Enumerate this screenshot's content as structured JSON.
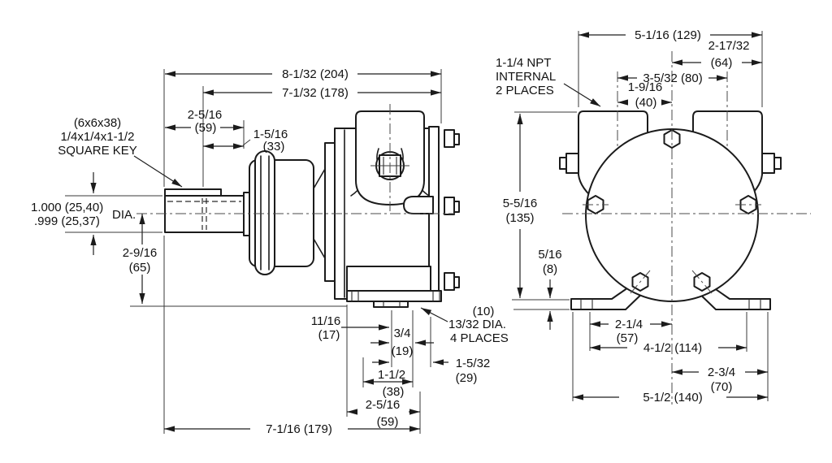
{
  "drawing": {
    "side_view": {
      "key_note": {
        "line1": "(6x6x38)",
        "line2": "1/4x1/4x1-1/2",
        "line3": "SQUARE KEY"
      },
      "shaft_dia": {
        "line1": "1.000 (25,40)",
        "line2": ".999 (25,37)",
        "suffix": "DIA."
      },
      "hole_note": {
        "line1": "(10)",
        "line2": "13/32 DIA.",
        "line3": "4 PLACES"
      },
      "dims": {
        "overall_length": "8-1/32 (204)",
        "body_length": "7-1/32 (178)",
        "shaft_ext_v": "2-5/16",
        "shaft_ext_m": "(59)",
        "key_len_v": "1-5/16",
        "key_len_m": "(33)",
        "center_height_v": "2-9/16",
        "center_height_m": "(65)",
        "foot_offset_v": "11/16",
        "foot_offset_m": "(17)",
        "hole_space_v": "3/4",
        "hole_space_m": "(19)",
        "port_offset_v": "1-5/32",
        "port_offset_m": "(29)",
        "slot_span_v": "1-1/2",
        "slot_span_m": "(38)",
        "foot_width_v": "2-5/16",
        "foot_width_m": "(59)",
        "base_length": "7-1/16 (179)"
      }
    },
    "end_view": {
      "port_note": {
        "line1": "1-1/4 NPT",
        "line2": "INTERNAL",
        "line3": "2 PLACES"
      },
      "dims": {
        "overall_width": "5-1/16 (129)",
        "right_port_v": "2-17/32",
        "right_port_m": "(64)",
        "port_span": "3-5/32 (80)",
        "left_port_v": "1-9/16",
        "left_port_m": "(40)",
        "overall_height_v": "5-5/16",
        "overall_height_m": "(135)",
        "pad_thick_v": "5/16",
        "pad_thick_m": "(8)",
        "foot_hole_left_v": "2-1/4",
        "foot_hole_left_m": "(57)",
        "foot_hole_span": "4-1/2 (114)",
        "base_right_v": "2-3/4",
        "base_right_m": "(70)",
        "base_width": "5-1/2 (140)"
      }
    }
  }
}
